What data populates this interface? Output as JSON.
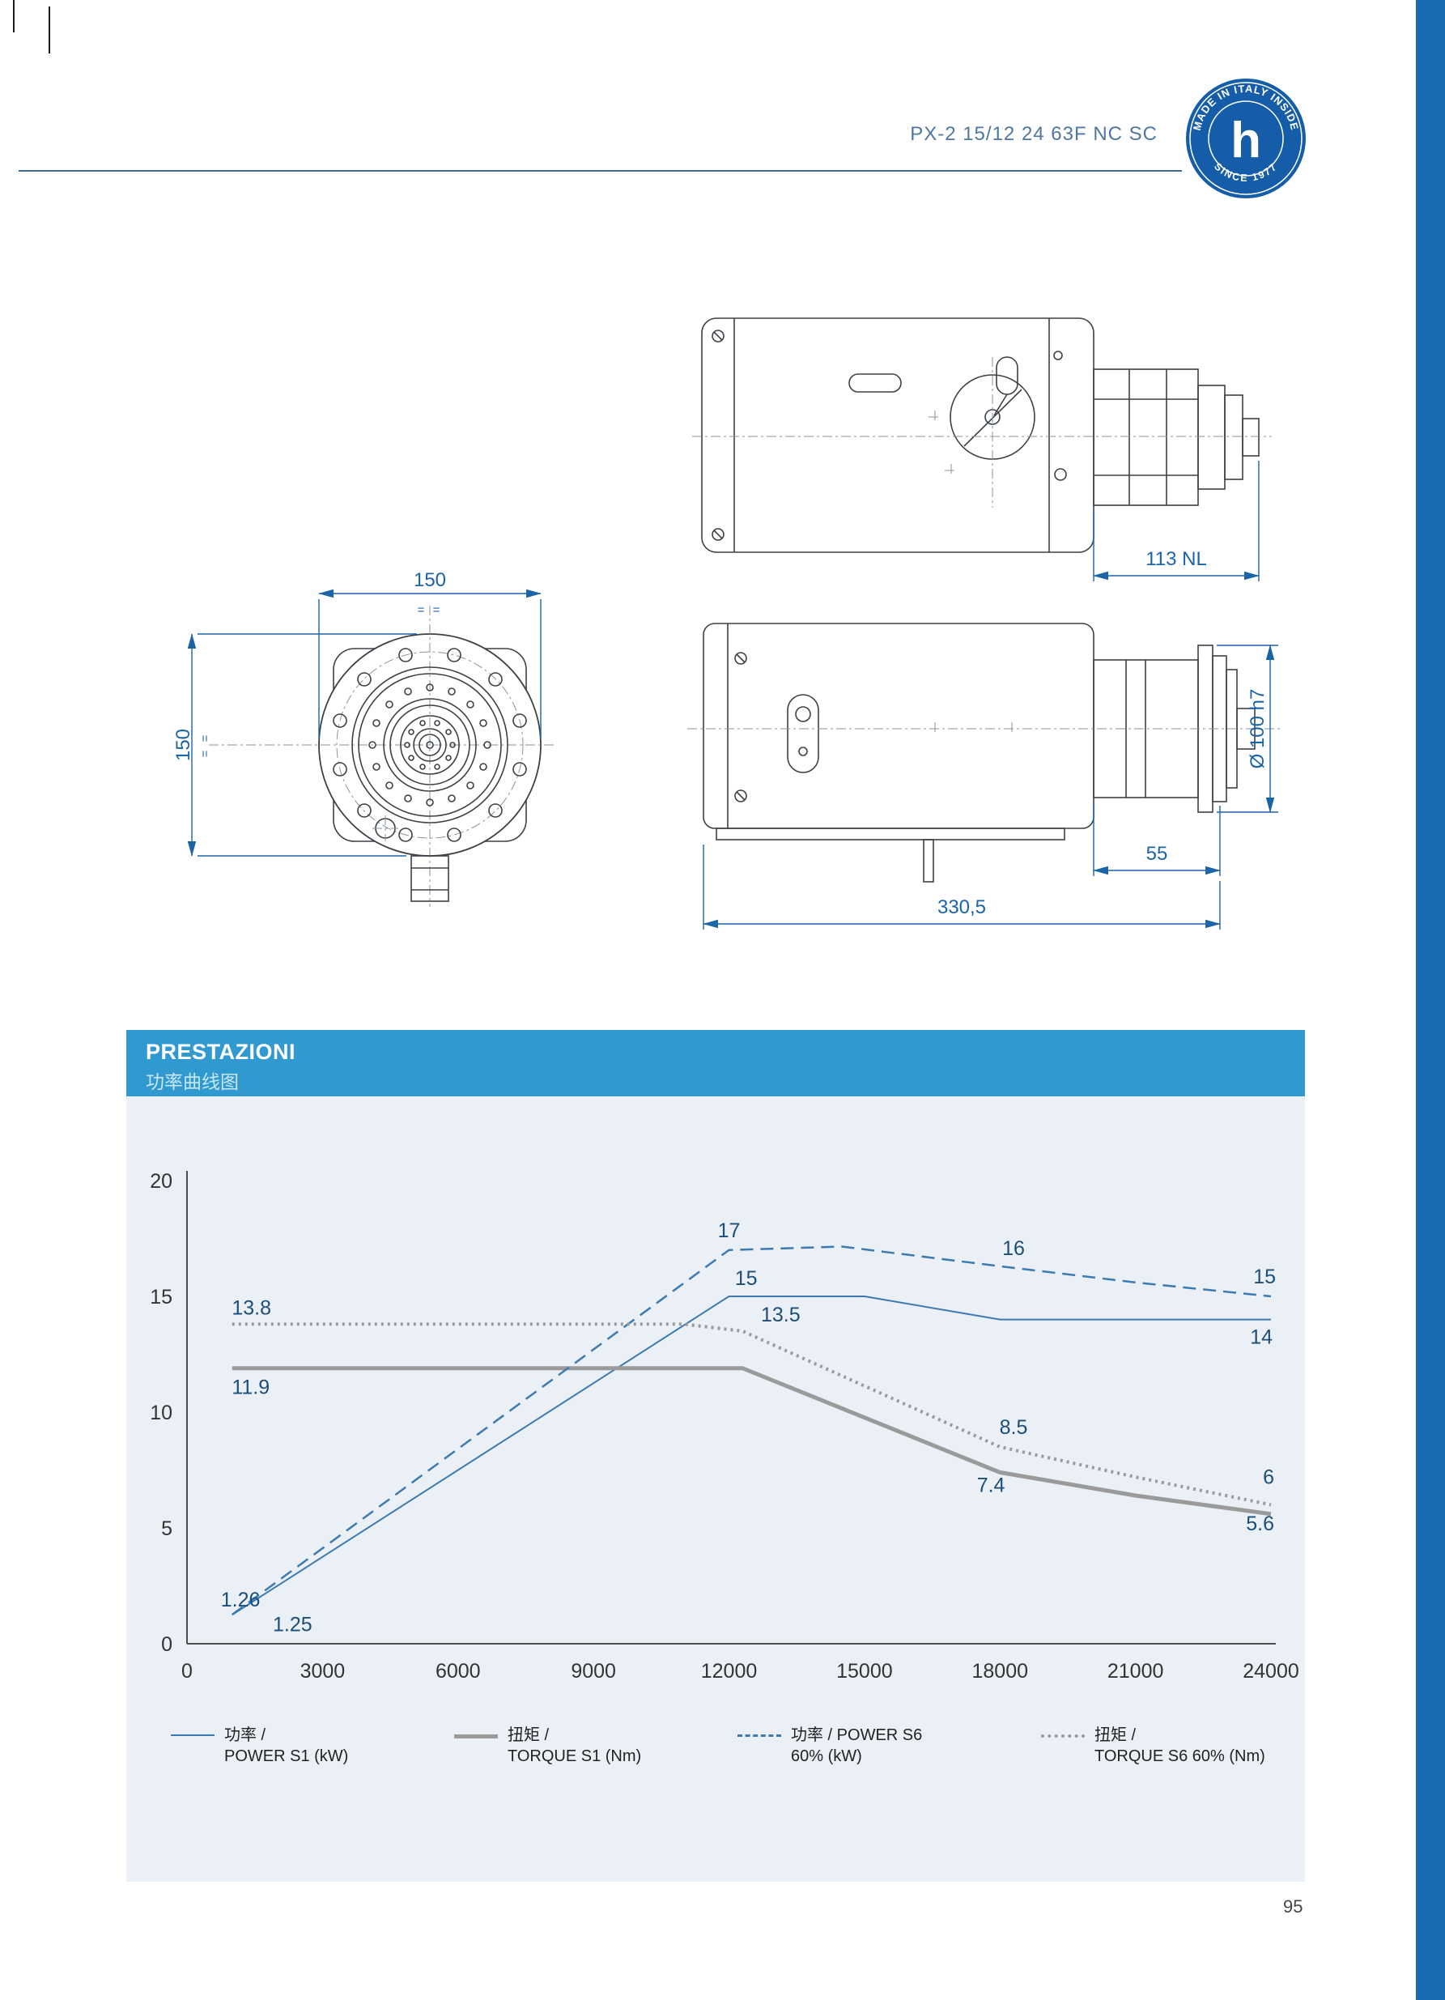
{
  "header": {
    "title": "PX-2 15/12 24 63F NC SC"
  },
  "logo": {
    "arc_top": "MADE IN ITALY INSIDE",
    "arc_bottom": "SINCE 1977",
    "monogram": "h"
  },
  "drawings": {
    "front_view": {
      "dim_width": "150",
      "dim_height": "150",
      "eq_top": "= =",
      "eq_left": "= ="
    },
    "top_view": {
      "dim_length": "113 NL"
    },
    "side_view": {
      "dim_diameter": "Ø 100 h7",
      "dim_motor": "55",
      "dim_total": "330,5"
    }
  },
  "performance": {
    "title": "PRESTAZIONI",
    "subtitle": "功率曲线图"
  },
  "chart_data": {
    "type": "line",
    "title": "PRESTAZIONI / 功率曲线图",
    "xlabel": "",
    "ylabel": "",
    "xlim": [
      0,
      24000
    ],
    "ylim": [
      0,
      20
    ],
    "x_ticks": [
      "0",
      "3000",
      "6000",
      "9000",
      "12000",
      "15000",
      "18000",
      "21000",
      "24000"
    ],
    "y_ticks": [
      "0",
      "5",
      "10",
      "15",
      "20"
    ],
    "grid": false,
    "legend_position": "bottom",
    "label_color": "#1c4e78",
    "series": [
      {
        "name": "POWER S1 (kW)",
        "legend_line1": "功率 /",
        "legend_line2": "POWER S1 (kW)",
        "color": "#3d7ab0",
        "style": "solid",
        "width": 2,
        "points": [
          [
            1000,
            1.25
          ],
          [
            12000,
            15
          ],
          [
            15000,
            15
          ],
          [
            18000,
            14
          ],
          [
            24000,
            14
          ]
        ]
      },
      {
        "name": "TORQUE S1 (Nm)",
        "legend_line1": "扭矩 /",
        "legend_line2": "TORQUE S1 (Nm)",
        "color": "#9a9a9a",
        "style": "solid",
        "width": 5,
        "points": [
          [
            1000,
            11.9
          ],
          [
            12300,
            11.9
          ],
          [
            18000,
            7.4
          ],
          [
            21000,
            6.4
          ],
          [
            24000,
            5.6
          ]
        ]
      },
      {
        "name": "POWER S6 60% (kW)",
        "legend_line1": "功率 / POWER S6",
        "legend_line2": "60% (kW)",
        "color": "#3d7ab0",
        "style": "dashed",
        "width": 2.5,
        "points": [
          [
            1000,
            1.26
          ],
          [
            12000,
            17
          ],
          [
            14500,
            17.15
          ],
          [
            18000,
            16.3
          ],
          [
            21000,
            15.6
          ],
          [
            24000,
            15
          ]
        ]
      },
      {
        "name": "TORQUE S6 60% (Nm)",
        "legend_line1": "扭矩 /",
        "legend_line2": "TORQUE S6 60% (Nm)",
        "color": "#9a9a9a",
        "style": "dotted",
        "width": 4,
        "points": [
          [
            1000,
            13.8
          ],
          [
            11000,
            13.8
          ],
          [
            12300,
            13.5
          ],
          [
            18000,
            8.5
          ],
          [
            21000,
            7.2
          ],
          [
            24000,
            6
          ]
        ]
      }
    ],
    "point_labels": [
      {
        "text": "13.8",
        "x": 1100,
        "y": 13.8,
        "dx": -6,
        "dy": -12,
        "anchor": "start"
      },
      {
        "text": "11.9",
        "x": 1100,
        "y": 11.9,
        "dx": -6,
        "dy": 32,
        "anchor": "start"
      },
      {
        "text": "1.26",
        "x": 1000,
        "y": 1.26,
        "dx": -14,
        "dy": -10,
        "anchor": "start"
      },
      {
        "text": "1.25",
        "x": 1900,
        "y": 1.25,
        "dx": 0,
        "dy": 20,
        "anchor": "start"
      },
      {
        "text": "17",
        "x": 12000,
        "y": 17,
        "dx": 0,
        "dy": -16,
        "anchor": "middle"
      },
      {
        "text": "15",
        "x": 12200,
        "y": 15,
        "dx": 10,
        "dy": -14,
        "anchor": "middle"
      },
      {
        "text": "13.5",
        "x": 12600,
        "y": 13.5,
        "dx": 6,
        "dy": -12,
        "anchor": "start"
      },
      {
        "text": "16",
        "x": 18300,
        "y": 16.3,
        "dx": 0,
        "dy": -14,
        "anchor": "middle"
      },
      {
        "text": "8.5",
        "x": 18300,
        "y": 8.5,
        "dx": 0,
        "dy": -16,
        "anchor": "middle"
      },
      {
        "text": "7.4",
        "x": 17800,
        "y": 7.4,
        "dx": 0,
        "dy": 24,
        "anchor": "middle"
      },
      {
        "text": "15",
        "x": 24000,
        "y": 15,
        "dx": 6,
        "dy": -16,
        "anchor": "end"
      },
      {
        "text": "14",
        "x": 24000,
        "y": 14,
        "dx": 2,
        "dy": 30,
        "anchor": "end"
      },
      {
        "text": "6",
        "x": 24000,
        "y": 6,
        "dx": 4,
        "dy": -26,
        "anchor": "end"
      },
      {
        "text": "5.6",
        "x": 24000,
        "y": 5.6,
        "dx": 4,
        "dy": 20,
        "anchor": "end"
      }
    ]
  },
  "footer": {
    "page_number": "95"
  }
}
